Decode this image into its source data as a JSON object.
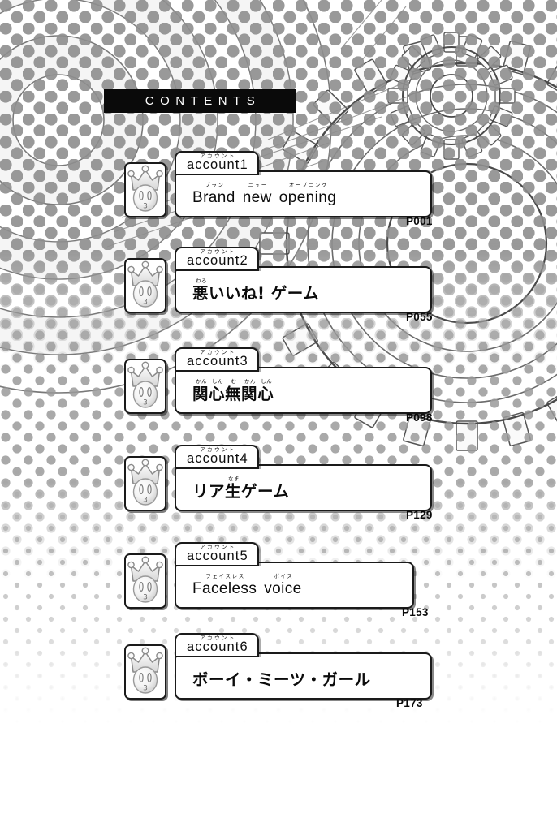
{
  "header": {
    "banner_text": "CONTENTS"
  },
  "icon": {
    "name": "crown-character-icon",
    "badge_number": "3"
  },
  "colors": {
    "ink": "#0a0a0a",
    "paper": "#ffffff",
    "halftone_dot": "#8c8c8c",
    "halftone_light": "#d8d8d8",
    "line": "#5a5a5a"
  },
  "entries": [
    {
      "tab_ruby": "アカウント",
      "tab_label": "account1",
      "title_segments": [
        {
          "ruby": "ブラン",
          "base": "Brand",
          "jp": false
        },
        {
          "ruby": "",
          "base": " ",
          "jp": false
        },
        {
          "ruby": "ニュー",
          "base": "new",
          "jp": false
        },
        {
          "ruby": "",
          "base": " ",
          "jp": false
        },
        {
          "ruby": "オープニング",
          "base": "opening",
          "jp": false
        }
      ],
      "page": "P001"
    },
    {
      "tab_ruby": "アカウント",
      "tab_label": "account2",
      "title_segments": [
        {
          "ruby": "わる",
          "base": "悪",
          "jp": true
        },
        {
          "ruby": "",
          "base": "いいね! ゲーム",
          "jp": true
        }
      ],
      "page": "P055"
    },
    {
      "tab_ruby": "アカウント",
      "tab_label": "account3",
      "title_segments": [
        {
          "ruby": "かん",
          "base": "関",
          "jp": true
        },
        {
          "ruby": "しん",
          "base": "心",
          "jp": true
        },
        {
          "ruby": "む",
          "base": "無",
          "jp": true
        },
        {
          "ruby": "かん",
          "base": "関",
          "jp": true
        },
        {
          "ruby": "しん",
          "base": "心",
          "jp": true
        }
      ],
      "page": "P098"
    },
    {
      "tab_ruby": "アカウント",
      "tab_label": "account4",
      "title_segments": [
        {
          "ruby": "",
          "base": "リア",
          "jp": true
        },
        {
          "ruby": "なま",
          "base": "生",
          "jp": true
        },
        {
          "ruby": "",
          "base": "ゲーム",
          "jp": true
        }
      ],
      "page": "P129"
    },
    {
      "tab_ruby": "アカウント",
      "tab_label": "account5",
      "title_segments": [
        {
          "ruby": "フェイスレス",
          "base": "Faceless",
          "jp": false
        },
        {
          "ruby": "",
          "base": " ",
          "jp": false
        },
        {
          "ruby": "ボイス",
          "base": "voice",
          "jp": false
        }
      ],
      "page": "P153"
    },
    {
      "tab_ruby": "アカウント",
      "tab_label": "account6",
      "title_segments": [
        {
          "ruby": "",
          "base": "ボーイ・ミーツ・ガール",
          "jp": true
        }
      ],
      "page": "P173"
    }
  ],
  "layout": {
    "entry_tops": [
      186,
      304,
      428,
      548,
      668,
      780
    ],
    "title_widths": [
      317,
      317,
      317,
      317,
      295,
      317
    ],
    "page_lefts": [
      500,
      500,
      500,
      500,
      495,
      488
    ]
  }
}
